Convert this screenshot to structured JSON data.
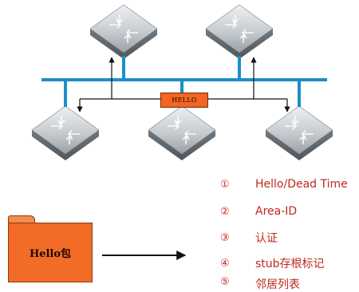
{
  "packet_label": "HELLO",
  "folder_label": "Hello包",
  "colors": {
    "bus": "#1b8fc9",
    "orange": "#f26522",
    "list_text": "#c0281e"
  },
  "icons": [
    "router-icon",
    "folder-icon",
    "arrow-right-icon"
  ],
  "fields": [
    {
      "num": "①",
      "text": "Hello/Dead Time"
    },
    {
      "num": "②",
      "text": "Area-ID"
    },
    {
      "num": "③",
      "text": "认证"
    },
    {
      "num": "④",
      "text": "stub存根标记"
    },
    {
      "num": "⑤",
      "text": "邻居列表"
    }
  ]
}
